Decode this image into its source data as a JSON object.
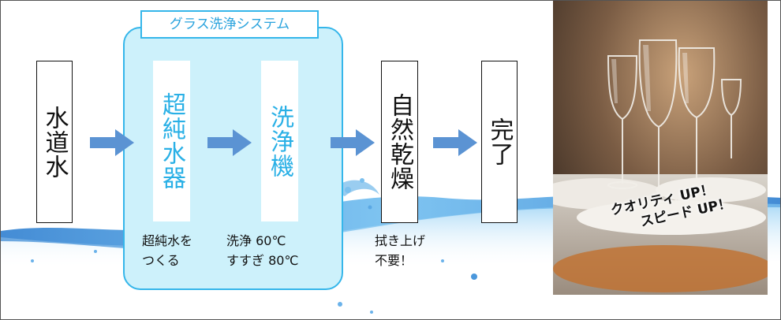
{
  "system_label": "グラス洗浄システム",
  "steps": {
    "tap_water": "水道水",
    "ultrapure": "超純水器",
    "washer": "洗浄機",
    "air_dry": "自然乾燥",
    "done": "完了"
  },
  "notes": {
    "ultrapure": "超純水を\nつくる",
    "washer": "洗浄 60℃\nすすぎ 80℃",
    "air_dry": "拭き上げ\n不要！"
  },
  "photo": {
    "caption": "クオリティ UP！\n　　スピード UP！"
  },
  "colors": {
    "accent": "#35b6ea",
    "system_fill": "#cdf1fb",
    "arrow": "#5b93d3",
    "step_text_blue": "#2ab0e6"
  },
  "icons": {
    "arrow": "right-arrow-icon",
    "photo": "wine-glasses-photo"
  }
}
